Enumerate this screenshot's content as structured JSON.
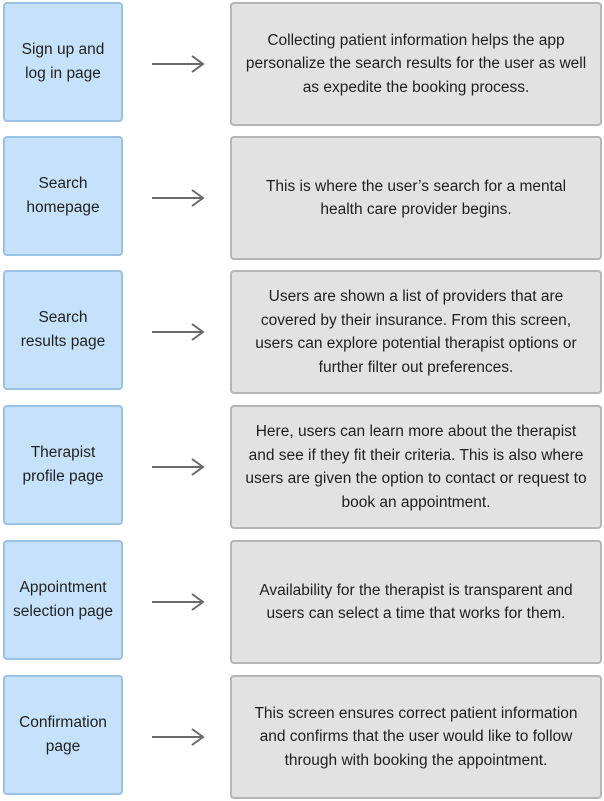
{
  "steps": [
    {
      "page": "Sign up and log in page",
      "description": "Collecting patient information helps the app personalize the search results for the user as well as expedite the booking process."
    },
    {
      "page": "Search homepage",
      "description": "This is where the user’s search for a mental health care provider begins."
    },
    {
      "page": "Search results page",
      "description": "Users are shown a list of providers that are covered by their insurance. From this screen, users can explore potential therapist options or further filter out preferences."
    },
    {
      "page": "Therapist profile page",
      "description": "Here, users can learn more about the therapist and see if they fit their criteria. This is also where users are given the option to contact or request to book an appointment."
    },
    {
      "page": "Appointment selection page",
      "description": "Availability for the therapist is transparent and users can select a time that works for them."
    },
    {
      "page": "Confirmation page",
      "description": "This screen ensures correct patient information and confirms that the user would like to follow through with booking the appointment."
    }
  ],
  "colors": {
    "page_box_fill": "#c6e2fb",
    "page_box_border": "#99c2e6",
    "desc_box_fill": "#e2e2e2",
    "desc_box_border": "#b5b5b5",
    "arrow": "#6a6a6a"
  }
}
